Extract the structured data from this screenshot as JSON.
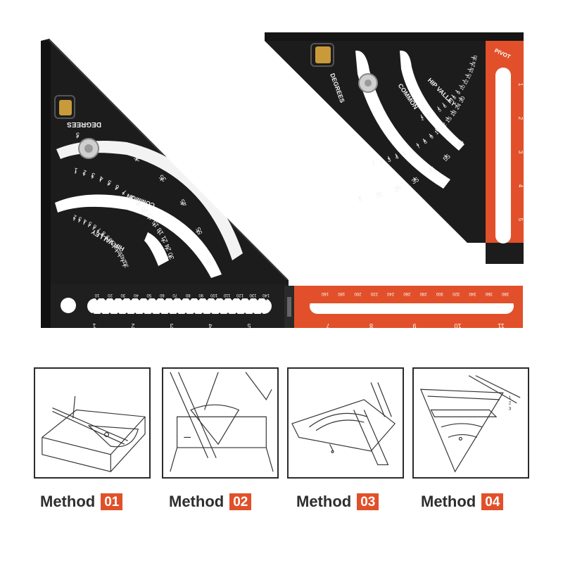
{
  "colors": {
    "black": "#1c1c1c",
    "orange": "#e1502a",
    "marking": "#f2f2f2",
    "outline": "#2b2b2b"
  },
  "left_tool": {
    "degrees_label": "DEGREES",
    "common_label": "COMMON",
    "hip_valley_label": "HIP VALLEY",
    "degree_marks": [
      "5",
      "15",
      "25",
      "35",
      "45",
      "55",
      "65"
    ],
    "common_marks": [
      "1",
      "2",
      "3",
      "4",
      "5",
      "6",
      "7",
      "8",
      "9",
      "10",
      "12",
      "15",
      "18",
      "21",
      "24",
      "30"
    ],
    "hip_marks": [
      "2",
      "3",
      "4",
      "5",
      "6",
      "7",
      "8",
      "9",
      "10",
      "12",
      "15",
      "18",
      "24",
      "30"
    ],
    "base_marks": [
      "1",
      "2",
      "3",
      "4",
      "5"
    ],
    "scale_marks": [
      "10",
      "20",
      "30",
      "40",
      "50",
      "60",
      "70",
      "80",
      "90",
      "100",
      "110",
      "120",
      "130",
      "140"
    ]
  },
  "folded_ruler": {
    "scale_marks": [
      "160",
      "180",
      "200",
      "220",
      "240",
      "260",
      "280",
      "300",
      "320",
      "340",
      "360",
      "380"
    ],
    "base_marks": [
      "7",
      "8",
      "9",
      "10",
      "11"
    ]
  },
  "right_tool": {
    "degrees_label": "DEGREES",
    "common_label": "COMMON",
    "hip_valley_label": "HIP VALLEY",
    "pivot_label": "PIVOT",
    "degree_marks": [
      "5",
      "15",
      "25",
      "35",
      "45",
      "55",
      "65"
    ],
    "common_marks": [
      "1",
      "2",
      "3",
      "4",
      "5",
      "6",
      "7",
      "8",
      "9",
      "10",
      "12",
      "15",
      "18",
      "24",
      "30"
    ],
    "hip_marks": [
      "2",
      "3",
      "4",
      "5",
      "6",
      "7",
      "8",
      "9",
      "10",
      "12",
      "15",
      "18",
      "24",
      "30"
    ],
    "arm_marks": [
      "1",
      "2",
      "3",
      "4",
      "5"
    ]
  },
  "methods": [
    {
      "word": "Method",
      "number": "01"
    },
    {
      "word": "Method",
      "number": "02"
    },
    {
      "word": "Method",
      "number": "03"
    },
    {
      "word": "Method",
      "number": "04"
    }
  ],
  "diagram4_labels": [
    "1",
    "2",
    "3"
  ]
}
